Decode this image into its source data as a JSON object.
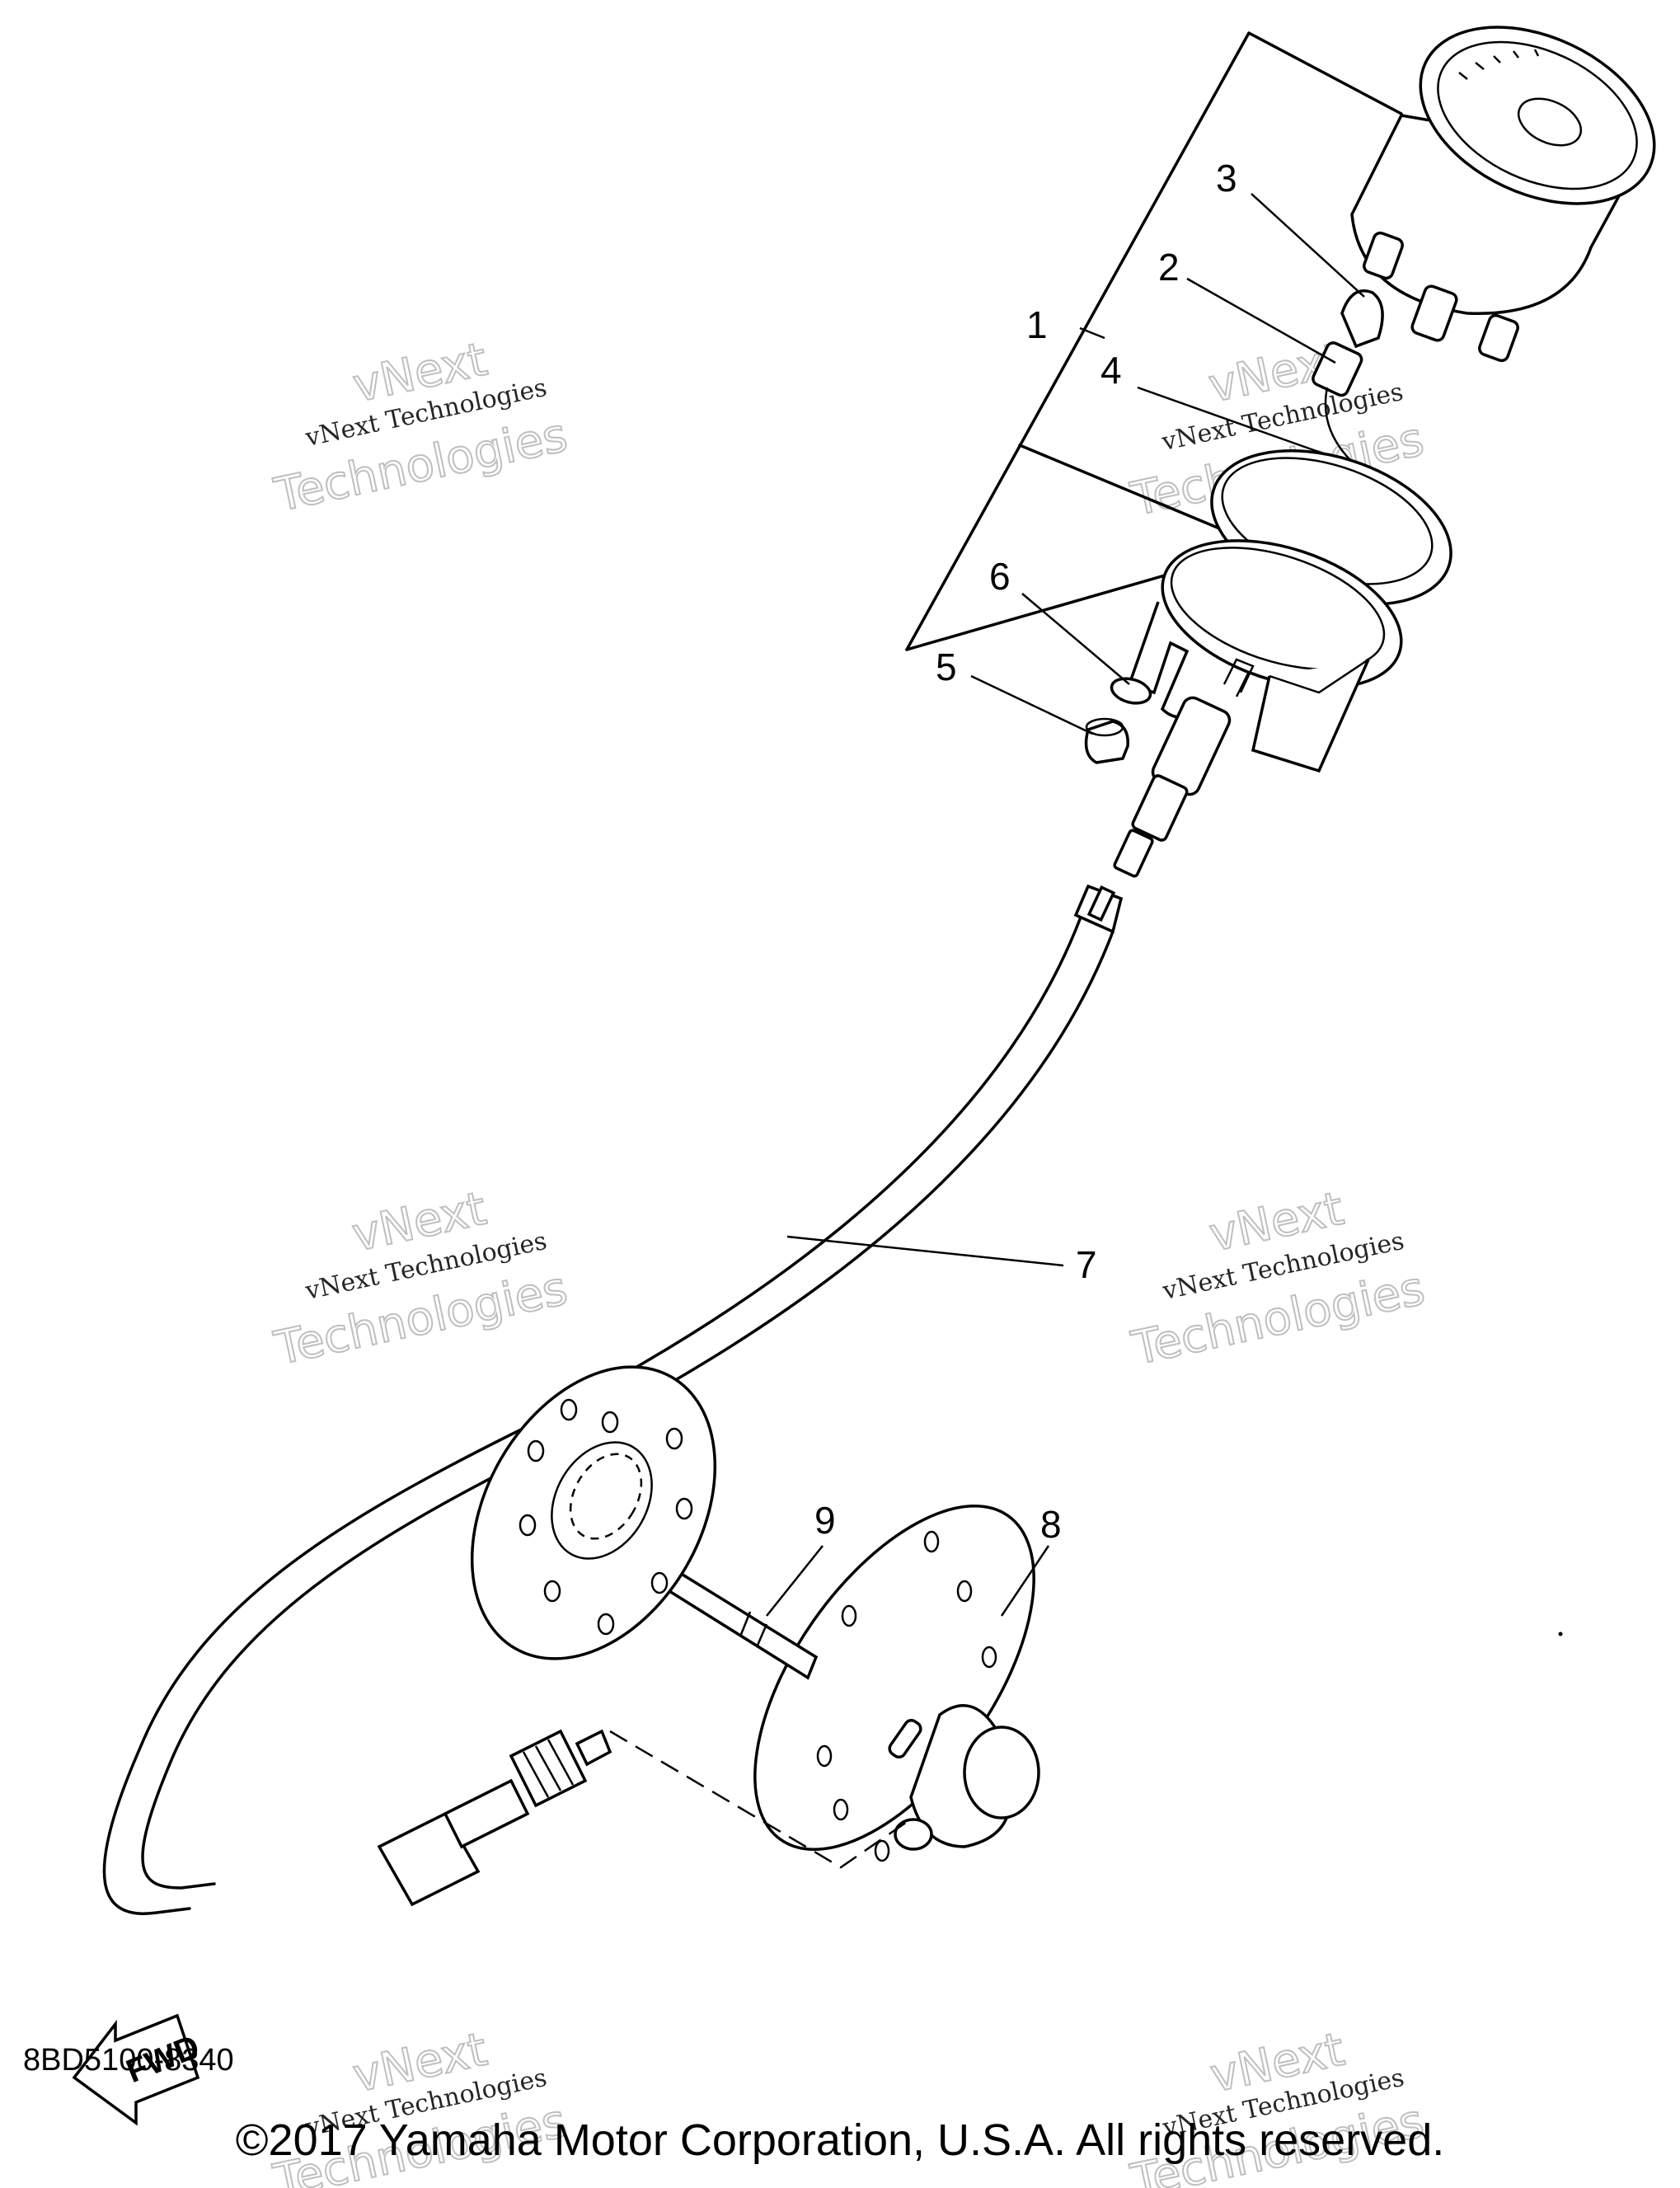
{
  "callouts": [
    "1",
    "2",
    "3",
    "4",
    "5",
    "6",
    "7",
    "8",
    "9"
  ],
  "fwd_label": "FWD",
  "figure_id": "8BD5100-8340",
  "copyright": "©2017 Yamaha Motor Corporation, U.S.A. All rights reserved.",
  "watermark": {
    "line1": "vNext",
    "line2": "vNext Technologies",
    "line3": "Technologies"
  }
}
